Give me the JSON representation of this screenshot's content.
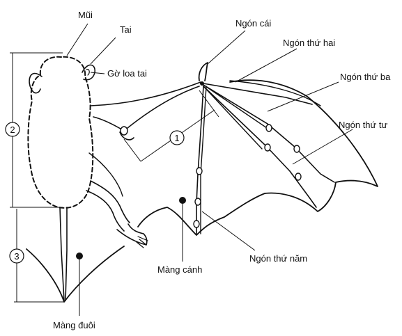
{
  "labels": {
    "nose": "Mũi",
    "ear": "Tai",
    "tragus": "Gờ loa tai",
    "thumb": "Ngón cái",
    "second_finger": "Ngón thứ hai",
    "third_finger": "Ngón thứ ba",
    "fourth_finger": "Ngón thứ tư",
    "fifth_finger": "Ngón thứ năm",
    "wing_membrane": "Màng cánh",
    "tail_membrane": "Màng đuôi"
  },
  "markers": {
    "one": "1",
    "two": "2",
    "three": "3"
  },
  "colors": {
    "ink": "#111111",
    "background": "#ffffff"
  }
}
